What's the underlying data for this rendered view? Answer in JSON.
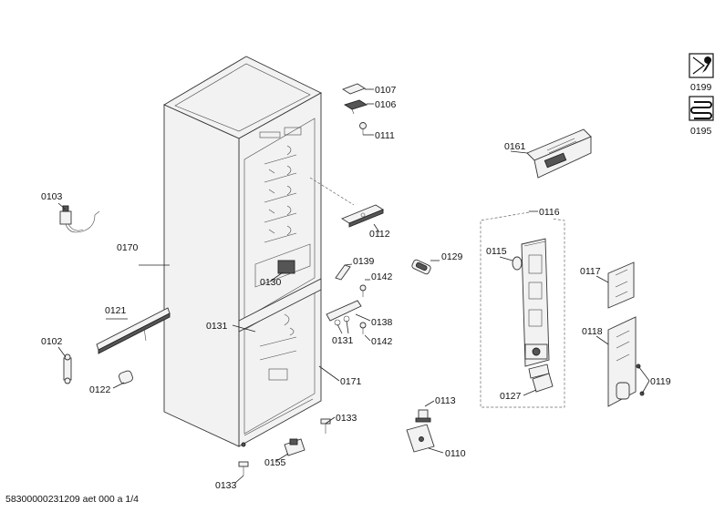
{
  "labels": {
    "p0107": "0107",
    "p0106": "0106",
    "p0111": "0111",
    "p0161": "0161",
    "p0103": "0103",
    "p0170": "0170",
    "p0112": "0112",
    "p0116": "0116",
    "p0115": "0115",
    "p0129": "0129",
    "p0139": "0139",
    "p0142a": "0142",
    "p0130": "0130",
    "p0117": "0117",
    "p0121": "0121",
    "p0138": "0138",
    "p0131a": "0131",
    "p0131b": "0131",
    "p0142b": "0142",
    "p0118": "0118",
    "p0102": "0102",
    "p0171": "0171",
    "p0119": "0119",
    "p0122": "0122",
    "p0127": "0127",
    "p0113": "0113",
    "p0133a": "0133",
    "p0110": "0110",
    "p0155": "0155",
    "p0133b": "0133",
    "p0199": "0199",
    "p0195": "0195"
  },
  "footer": "58300000231209 aet 000 a 1/4"
}
